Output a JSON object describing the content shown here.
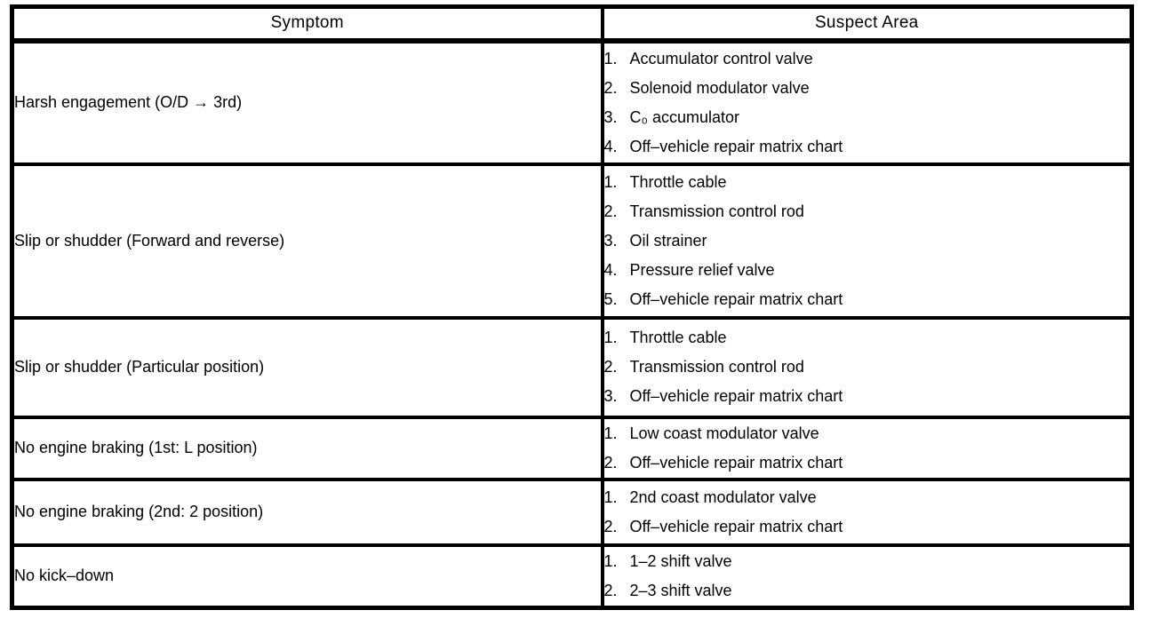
{
  "table": {
    "headers": {
      "symptom": "Symptom",
      "suspect_area": "Suspect Area"
    },
    "rows": [
      {
        "symptom": "Harsh engagement (O/D → 3rd)",
        "suspects": [
          "Accumulator control valve",
          "Solenoid modulator valve",
          "C₀ accumulator",
          "Off–vehicle repair matrix chart"
        ]
      },
      {
        "symptom": "Slip or shudder (Forward and reverse)",
        "suspects": [
          "Throttle cable",
          "Transmission control rod",
          "Oil strainer",
          "Pressure relief valve",
          "Off–vehicle repair matrix chart"
        ]
      },
      {
        "symptom": "Slip or shudder (Particular position)",
        "suspects": [
          "Throttle cable",
          "Transmission control rod",
          "Off–vehicle repair matrix chart"
        ]
      },
      {
        "symptom": "No engine braking (1st: L position)",
        "suspects": [
          "Low coast modulator valve",
          "Off–vehicle repair matrix chart"
        ]
      },
      {
        "symptom": "No engine braking (2nd: 2 position)",
        "suspects": [
          "2nd coast modulator valve",
          "Off–vehicle repair matrix chart"
        ]
      },
      {
        "symptom": "No kick–down",
        "suspects": [
          "1–2 shift valve",
          "2–3 shift valve"
        ]
      }
    ]
  }
}
